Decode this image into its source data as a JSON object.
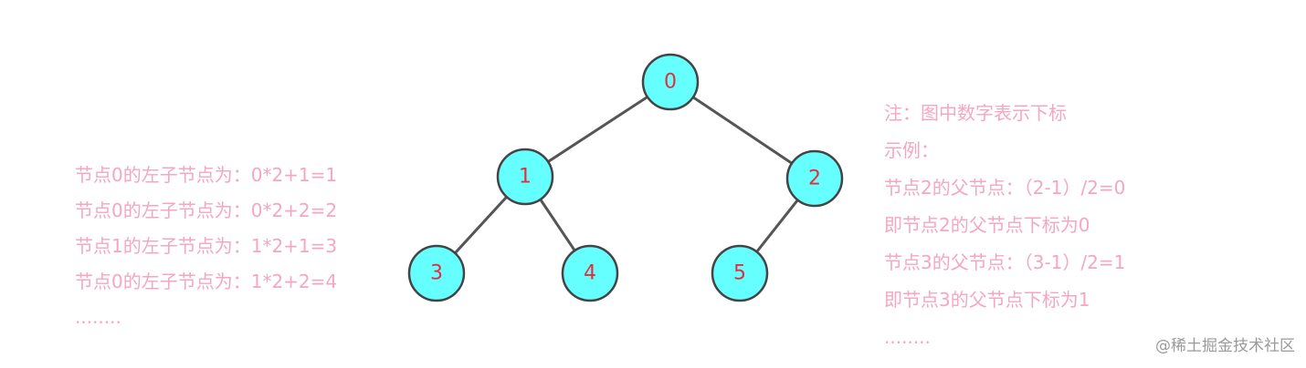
{
  "tree": {
    "nodes": [
      {
        "id": "0",
        "label": "0"
      },
      {
        "id": "1",
        "label": "1"
      },
      {
        "id": "2",
        "label": "2"
      },
      {
        "id": "3",
        "label": "3"
      },
      {
        "id": "4",
        "label": "4"
      },
      {
        "id": "5",
        "label": "5"
      }
    ],
    "edges": [
      [
        "0",
        "1"
      ],
      [
        "0",
        "2"
      ],
      [
        "1",
        "3"
      ],
      [
        "1",
        "4"
      ],
      [
        "2",
        "5"
      ]
    ]
  },
  "left_notes": [
    "节点0的左子节点为：0*2+1=1",
    "节点0的左子节点为：0*2+2=2",
    "节点1的左子节点为：1*2+1=3",
    "节点0的左子节点为：1*2+2=4",
    "........"
  ],
  "right_notes": [
    "注：图中数字表示下标",
    "示例：",
    "节点2的父节点：（2-1）/2=0",
    "即节点2的父节点下标为0",
    "节点3的父节点：（3-1）/2=1",
    "即节点3的父节点下标为1",
    "........"
  ],
  "watermark": "@稀土掘金技术社区",
  "colors": {
    "node_fill": "#66ffff",
    "node_label": "#e0303e",
    "note_text": "#f4a7c0",
    "edge": "#555555"
  }
}
